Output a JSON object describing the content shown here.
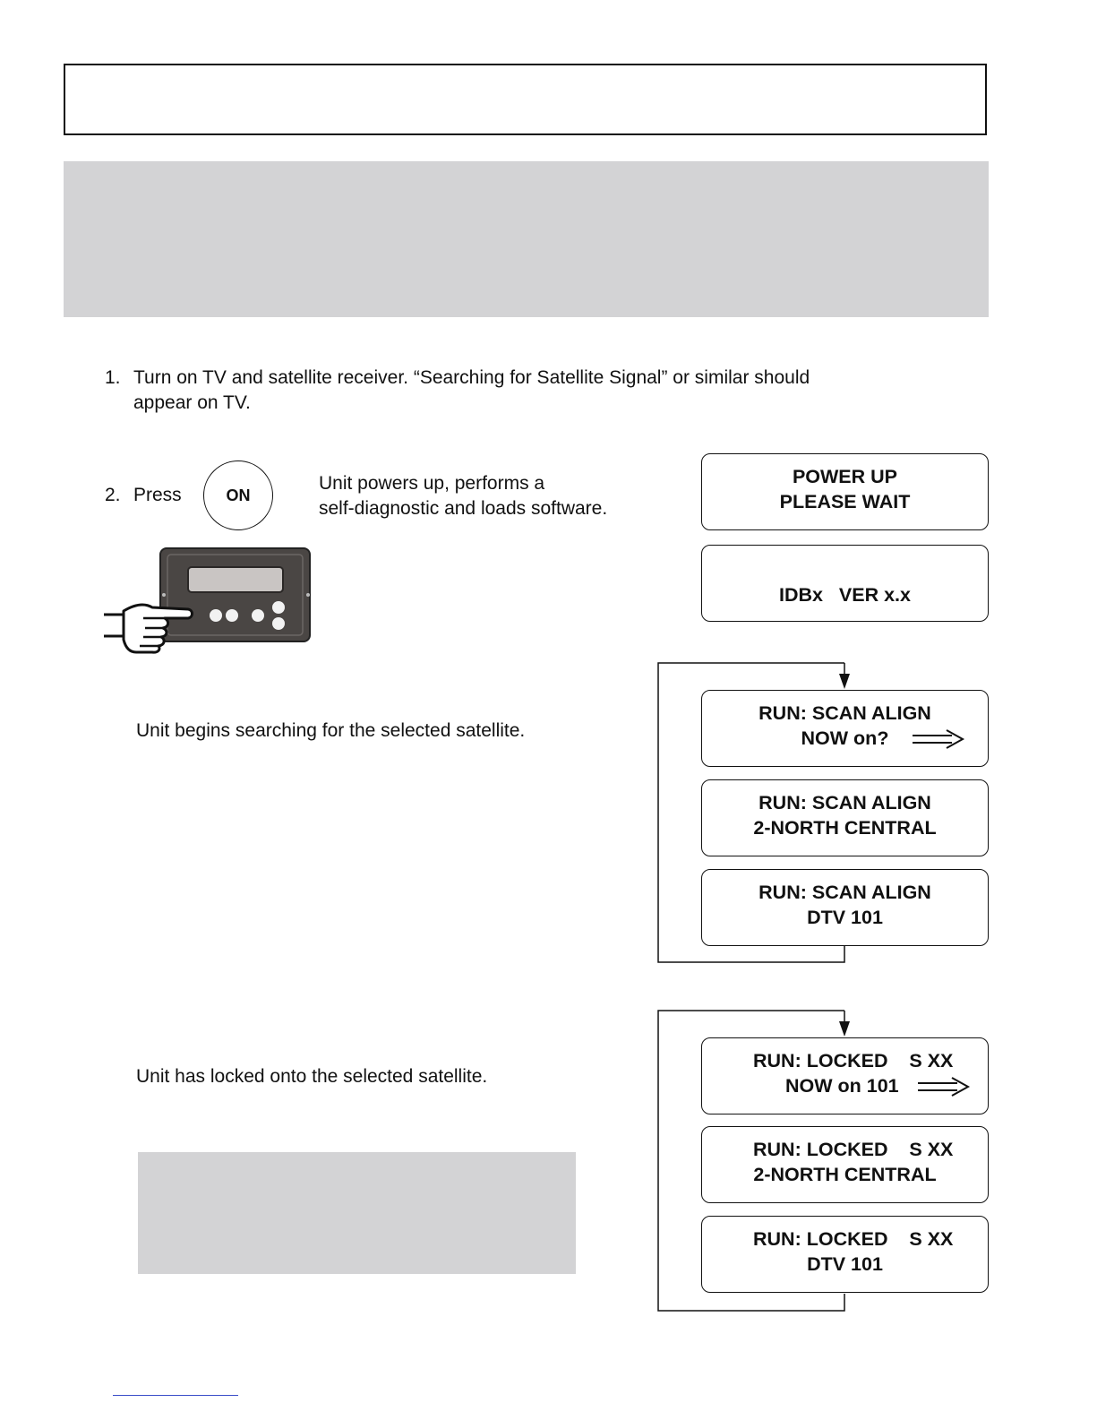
{
  "steps": {
    "step1": {
      "number": "1.",
      "line1": "Turn on TV and satellite receiver.  “Searching for Satellite Signal” or similar should",
      "line2": "appear on TV."
    },
    "step2": {
      "number": "2.",
      "press_label": "Press",
      "on_button_label": "ON",
      "desc_line1": "Unit powers up, performs a",
      "desc_line2": "self-diagnostic and loads software."
    },
    "searching_text": "Unit begins searching for  the selected satellite.",
    "locked_text": "Unit has locked onto the selected satellite."
  },
  "displays": {
    "power_up": {
      "line1": "POWER UP",
      "line2": "PLEASE WAIT"
    },
    "version": {
      "line1": "",
      "line2": "IDBx   VER x.x"
    },
    "scan": [
      {
        "line1": "RUN: SCAN ALIGN",
        "line2": "NOW on?"
      },
      {
        "line1": "RUN: SCAN ALIGN",
        "line2": "2-NORTH CENTRAL"
      },
      {
        "line1": "RUN: SCAN ALIGN",
        "line2": "DTV 101"
      }
    ],
    "locked": [
      {
        "line1": "RUN: LOCKED    S XX",
        "line2": "NOW on 101"
      },
      {
        "line1": "RUN: LOCKED    S XX",
        "line2": "2-NORTH CENTRAL"
      },
      {
        "line1": "RUN: LOCKED    S XX",
        "line2": "DTV 101"
      }
    ]
  },
  "icons": {
    "next_arrow": "double-arrow-right-icon",
    "hand": "pointing-hand-icon",
    "device": "control-unit-icon"
  },
  "colors": {
    "gray_panel": "#d3d3d5",
    "device_body": "#4a4644",
    "link_underline": "#3a4cc8"
  }
}
